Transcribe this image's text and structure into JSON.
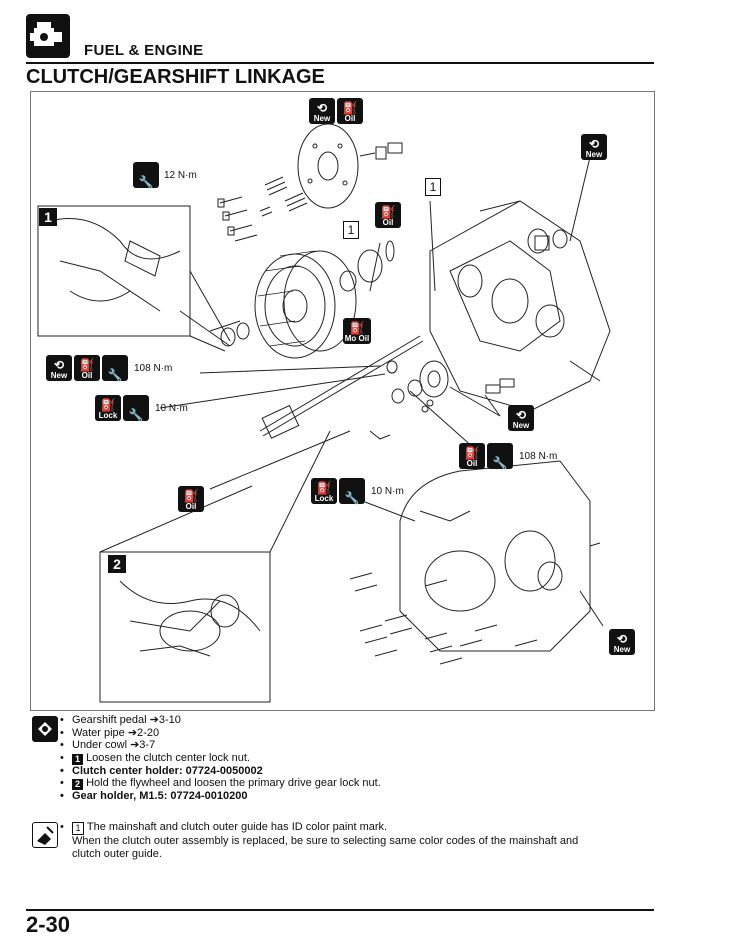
{
  "header": {
    "section": "FUEL & ENGINE",
    "title": "CLUTCH/GEARSHIFT LINKAGE"
  },
  "diagram": {
    "badges": {
      "new": "New",
      "oil": "Oil",
      "lock": "Lock",
      "mo_oil": "Mo Oil"
    },
    "torques": {
      "t12": "12 N·m",
      "t108a": "108 N·m",
      "t10a": "10 N·m",
      "t108b": "108 N·m",
      "t10b": "10 N·m"
    },
    "callouts": {
      "c1a": "1",
      "c1b": "1"
    },
    "insets": {
      "inset1": "1",
      "inset2": "2"
    }
  },
  "removal_notes": {
    "items": [
      "Gearshift pedal ➔3-10",
      "Water pipe ➔2-20",
      "Under cowl ➔3-7"
    ],
    "step1_num": "1",
    "step1_text": "Loosen the clutch center lock nut.",
    "step1_tool": "Clutch center holder: 07724-0050002",
    "step2_num": "2",
    "step2_text": "Hold the flywheel and loosen the primary drive gear lock nut.",
    "step2_tool": "Gear holder, M1.5: 07724-0010200"
  },
  "assembly_note": {
    "callout": "1",
    "line1": "The mainshaft and clutch outer guide has ID color paint mark.",
    "line2": "When the clutch outer assembly is replaced, be sure to selecting same color codes of the mainshaft and",
    "line3": "clutch outer guide."
  },
  "footer": {
    "page_number": "2-30"
  }
}
